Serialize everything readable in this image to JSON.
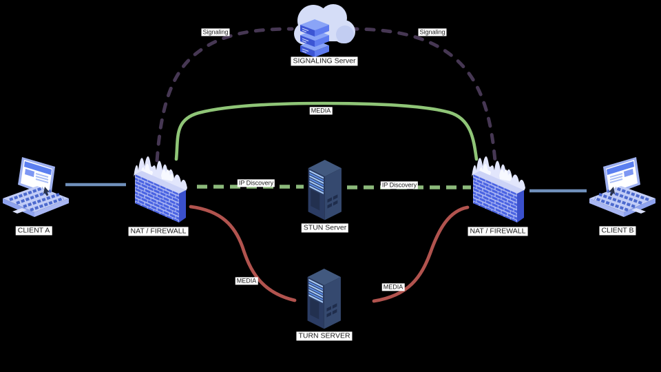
{
  "diagram": {
    "background": "#000000",
    "nodes": {
      "client_a": {
        "label": "CLIENT A",
        "icon": "laptop-icon"
      },
      "nat_firewall_left": {
        "label": "NAT / FIREWALL",
        "icon": "firewall-icon"
      },
      "signaling_server": {
        "label": "SIGNALING Server",
        "icon": "cloud-server-icon"
      },
      "stun_server": {
        "label": "STUN Server",
        "icon": "tower-server-icon"
      },
      "turn_server": {
        "label": "TURN SERVER",
        "icon": "tower-server-icon"
      },
      "nat_firewall_right": {
        "label": "NAT / FIREWALL",
        "icon": "firewall-icon"
      },
      "client_b": {
        "label": "CLIENT B",
        "icon": "laptop-icon"
      }
    },
    "edges": {
      "signaling_left": {
        "label": "Signaling",
        "color": "#463753",
        "style": "dashed",
        "from": "nat_firewall_left",
        "to": "signaling_server"
      },
      "signaling_right": {
        "label": "Signaling",
        "color": "#463753",
        "style": "dashed",
        "from": "signaling_server",
        "to": "nat_firewall_right"
      },
      "media_direct": {
        "label": "MEDIA",
        "color": "#8fc577",
        "style": "solid",
        "from": "nat_firewall_left",
        "to": "nat_firewall_right"
      },
      "ip_discovery_left": {
        "label": "IP Discovery",
        "color": "#8cb97b",
        "style": "dashed",
        "from": "nat_firewall_left",
        "to": "stun_server"
      },
      "ip_discovery_right": {
        "label": "IP Discovery",
        "color": "#8cb97b",
        "style": "dashed",
        "from": "stun_server",
        "to": "nat_firewall_right"
      },
      "media_relay_left": {
        "label": "MEDIA",
        "color": "#b1534e",
        "style": "solid",
        "from": "nat_firewall_left",
        "to": "turn_server"
      },
      "media_relay_right": {
        "label": "MEDIA",
        "color": "#b1534e",
        "style": "solid",
        "from": "turn_server",
        "to": "nat_firewall_right"
      },
      "client_a_link": {
        "color": "#7090bb",
        "style": "solid",
        "from": "client_a",
        "to": "nat_firewall_left"
      },
      "client_b_link": {
        "color": "#7090bb",
        "style": "solid",
        "from": "nat_firewall_right",
        "to": "client_b"
      }
    }
  }
}
